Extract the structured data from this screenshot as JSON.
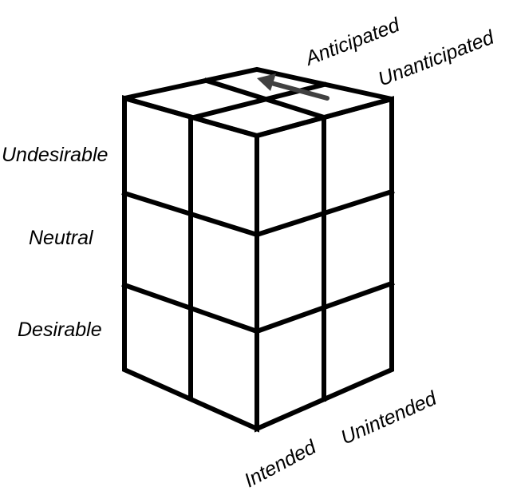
{
  "colors": {
    "line": "#000000",
    "arrow": "#404040",
    "background": "#ffffff"
  },
  "labels": {
    "undesirable": "Undesirable",
    "neutral": "Neutral",
    "desirable": "Desirable",
    "anticipated": "Anticipated",
    "unanticipated": "Unanticipated",
    "intended": "Intended",
    "unintended": "Unintended"
  }
}
